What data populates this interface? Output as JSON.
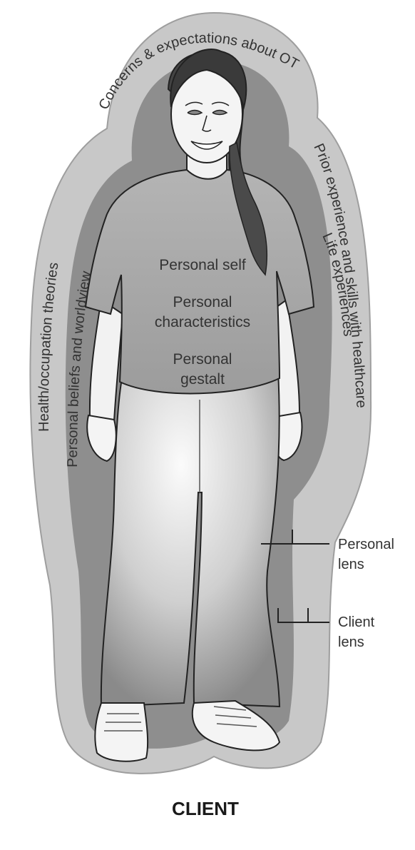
{
  "title": "CLIENT",
  "client_lens_arcs": {
    "top": "Concerns & expectations about OT",
    "left": "Health/occupation theories",
    "right": "Prior experience and skills with healthcare"
  },
  "personal_lens_arcs": {
    "left": "Personal beliefs and worldview",
    "right": "Life experiences"
  },
  "personal_self_labels": [
    "Personal self",
    "Personal",
    "characteristics",
    "Personal",
    "gestalt"
  ],
  "callouts": {
    "personal_lens": [
      "Personal",
      "lens"
    ],
    "client_lens": [
      "Client",
      "lens"
    ]
  },
  "colors": {
    "client_lens_fill": "#c8c8c8",
    "personal_lens_fill": "#8e8e8e",
    "figure_light": "#f2f2f2",
    "line": "#222222"
  }
}
